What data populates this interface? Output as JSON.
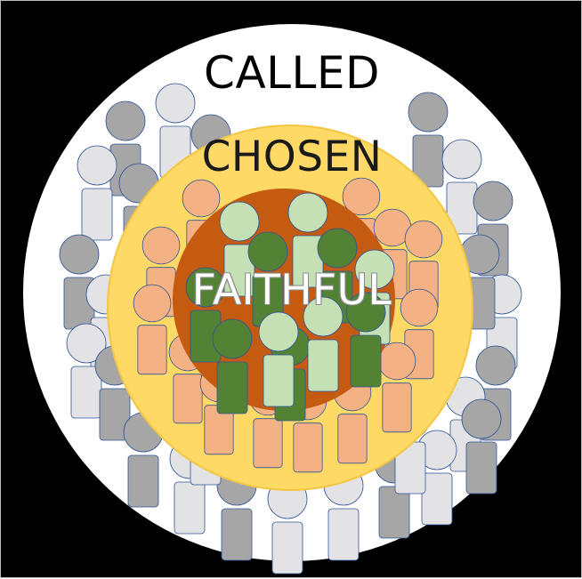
{
  "labels": {
    "outer": "CALLED",
    "middle": "CHOSEN",
    "inner": "FAITHFUL"
  },
  "colors": {
    "background": "#000000",
    "outer_circle": "#ffffff",
    "middle_circle": "#ffd966",
    "middle_circle_edge": "#f4c542",
    "inner_circle": "#c55a11",
    "called_people_light": "#e3e3e5",
    "called_people_dark": "#a6a6a6",
    "chosen_people": "#f4b183",
    "faithful_people_light": "#c5e0b4",
    "faithful_people_dark": "#548235",
    "person_outline": "#2f5597"
  },
  "icons": {
    "person": "person-icon"
  }
}
